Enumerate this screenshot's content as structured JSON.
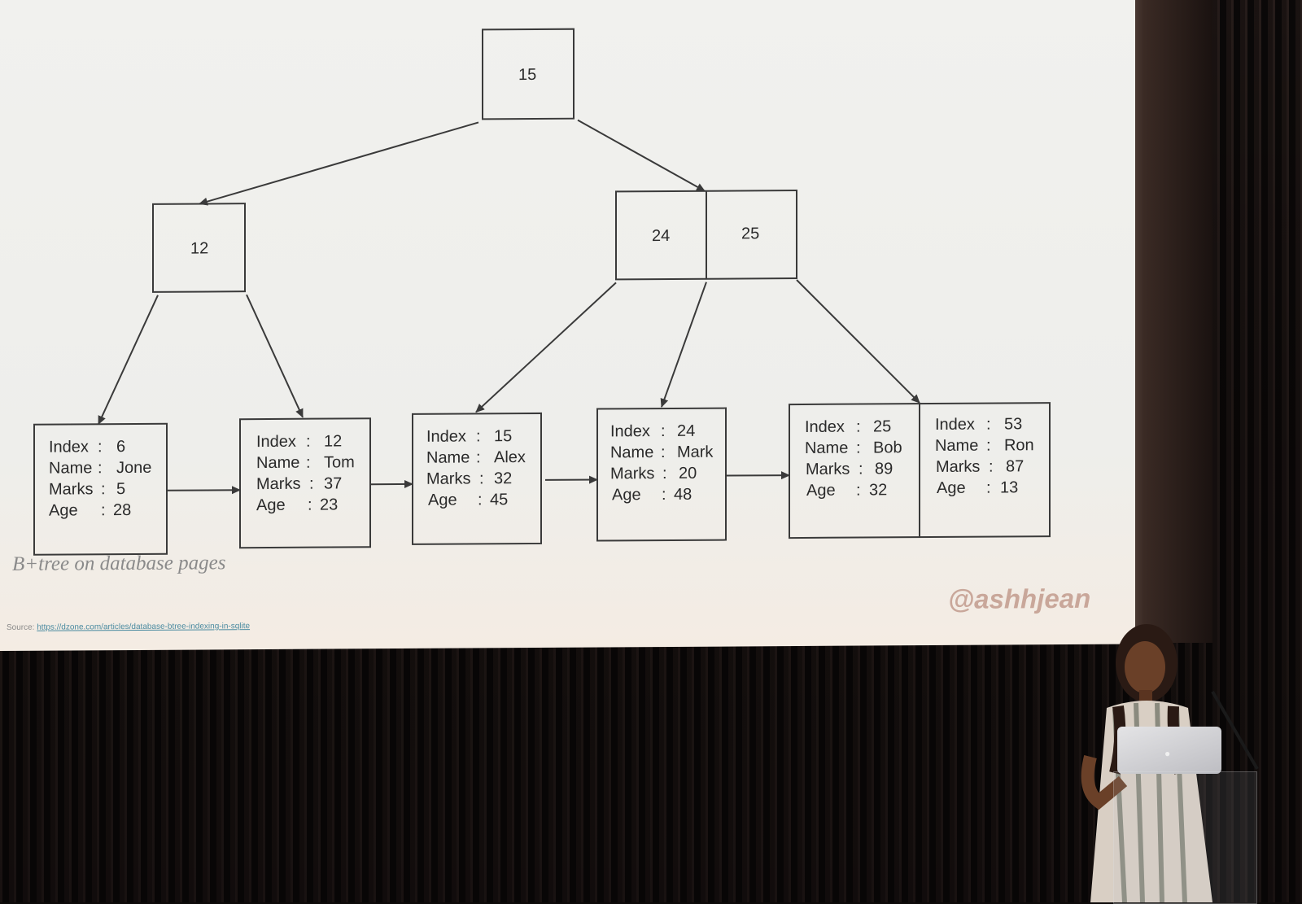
{
  "slide": {
    "caption": "B+tree on database pages",
    "source_label": "Source:",
    "source_link": "https://dzone.com/articles/database-btree-indexing-in-sqlite",
    "handle": "@ashhjean"
  },
  "tree": {
    "root": [
      "15"
    ],
    "internal_left": [
      "12"
    ],
    "internal_right": [
      "24",
      "25"
    ],
    "leaves": [
      {
        "index": "6",
        "name": "Jone",
        "marks": "5",
        "age": "28"
      },
      {
        "index": "12",
        "name": "Tom",
        "marks": "37",
        "age": "23"
      },
      {
        "index": "15",
        "name": "Alex",
        "marks": "32",
        "age": "45"
      },
      {
        "index": "24",
        "name": "Mark",
        "marks": "20",
        "age": "48"
      },
      {
        "index": "25",
        "name": "Bob",
        "marks": "89",
        "age": "32"
      },
      {
        "index": "53",
        "name": "Ron",
        "marks": "87",
        "age": "13"
      }
    ],
    "field_labels": {
      "index": "Index",
      "name": "Name",
      "marks": "Marks",
      "age": "Age",
      "sep": ":"
    }
  },
  "colors": {
    "stroke": "#3a3a3a",
    "slide_bg": "#f0f0ed",
    "handle": "#c9a79a"
  }
}
